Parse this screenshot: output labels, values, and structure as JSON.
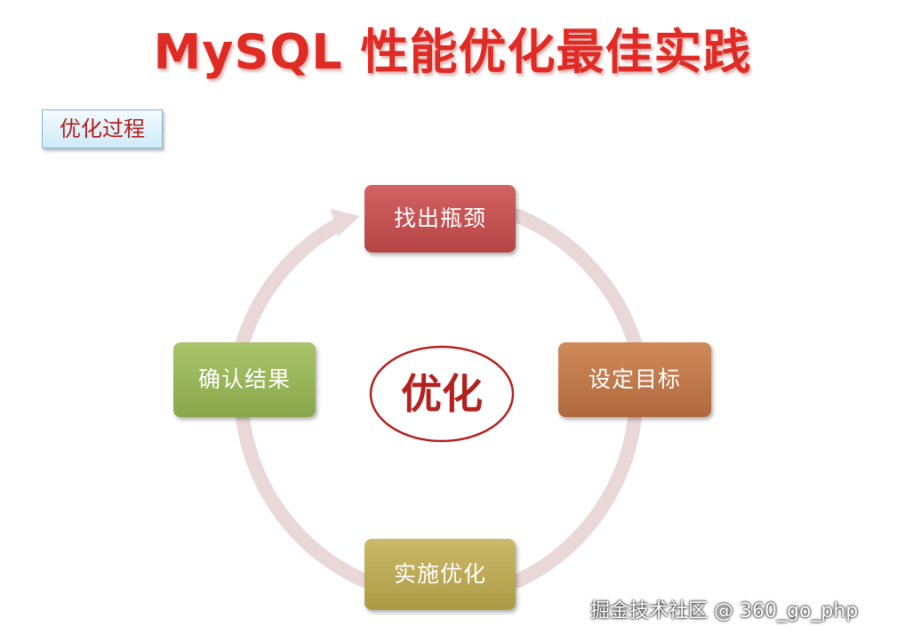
{
  "header": {
    "title": "MySQL 性能优化最佳实践"
  },
  "section": {
    "label": "优化过程"
  },
  "diagram": {
    "center": "优化",
    "nodes": {
      "find_bottleneck": "找出瓶颈",
      "set_goal": "设定目标",
      "implement": "实施优化",
      "confirm_result": "确认结果"
    }
  },
  "colors": {
    "title": "#e02a24",
    "find_bottleneck": "#c24f4f",
    "set_goal": "#bd7545",
    "implement": "#bba654",
    "confirm_result": "#98b356",
    "cycle_ring": "#ead7d7",
    "center_ellipse": "#b3211f"
  },
  "watermark": {
    "text": "掘金技术社区 @ 360_go_php"
  }
}
